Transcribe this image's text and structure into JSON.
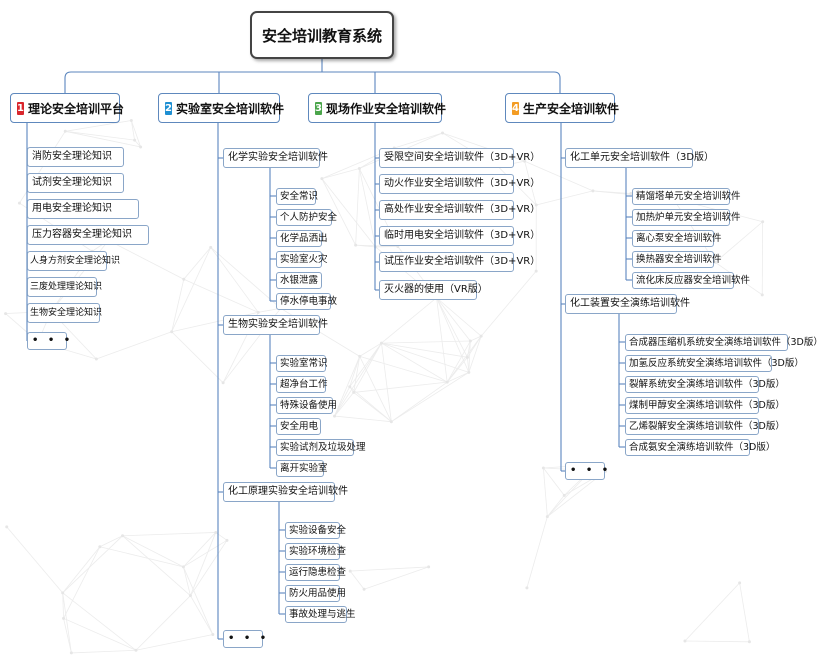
{
  "title": "安全培训教育系统",
  "colors": {
    "line": "#5b86be",
    "border": "#8aa6c8",
    "badge1": "#d9262c",
    "badge2": "#1e8fd2",
    "badge3": "#4aa54a",
    "badge4": "#f39c24"
  },
  "more": "• • •",
  "categories": [
    {
      "num": "1",
      "label": "理论安全培训平台"
    },
    {
      "num": "2",
      "label": "实验室安全培训软件"
    },
    {
      "num": "3",
      "label": "现场作业安全培训软件"
    },
    {
      "num": "4",
      "label": "生产安全培训软件"
    }
  ],
  "cat1_items": [
    "消防安全理论知识",
    "试剂安全理论知识",
    "用电安全理论知识",
    "压力容器安全理论知识",
    "人身方剂安全理论知识",
    "三废处理理论知识",
    "生物安全理论知识"
  ],
  "cat2_subs": [
    {
      "label": "化学实验安全培训软件",
      "items": [
        "安全常识",
        "个人防护安全",
        "化学品洒出",
        "实验室火灾",
        "水银泄露",
        "停水停电事故"
      ]
    },
    {
      "label": "生物实验安全培训软件",
      "items": [
        "实验室常识",
        "超净台工作",
        "特殊设备使用",
        "安全用电",
        "实验试剂及垃圾处理",
        "离开实验室"
      ]
    },
    {
      "label": "化工原理实验安全培训软件",
      "items": [
        "实验设备安全",
        "实验环境检查",
        "运行隐患检查",
        "防火用品使用",
        "事故处理与逃生"
      ]
    }
  ],
  "cat3_items": [
    "受限空间安全培训软件（3D+VR）",
    "动火作业安全培训软件（3D+VR）",
    "高处作业安全培训软件（3D+VR）",
    "临时用电安全培训软件（3D+VR）",
    "试压作业安全培训软件（3D+VR）",
    "灭火器的使用（VR版）"
  ],
  "cat4_subs": [
    {
      "label": "化工单元安全培训软件（3D版）",
      "items": [
        "精馏塔单元安全培训软件",
        "加热炉单元安全培训软件",
        "离心泵安全培训软件",
        "换热器安全培训软件",
        "流化床反应器安全培训软件"
      ]
    },
    {
      "label": "化工装置安全演练培训软件",
      "items": [
        "合成器压缩机系统安全演练培训软件（3D版）",
        "加氢反应系统安全演练培训软件（3D版）",
        "裂解系统安全演练培训软件（3D版）",
        "煤制甲醇安全演练培训软件（3D版）",
        "乙烯裂解安全演练培训软件（3D版）",
        "合成氨安全演练培训软件（3D版）"
      ]
    }
  ]
}
